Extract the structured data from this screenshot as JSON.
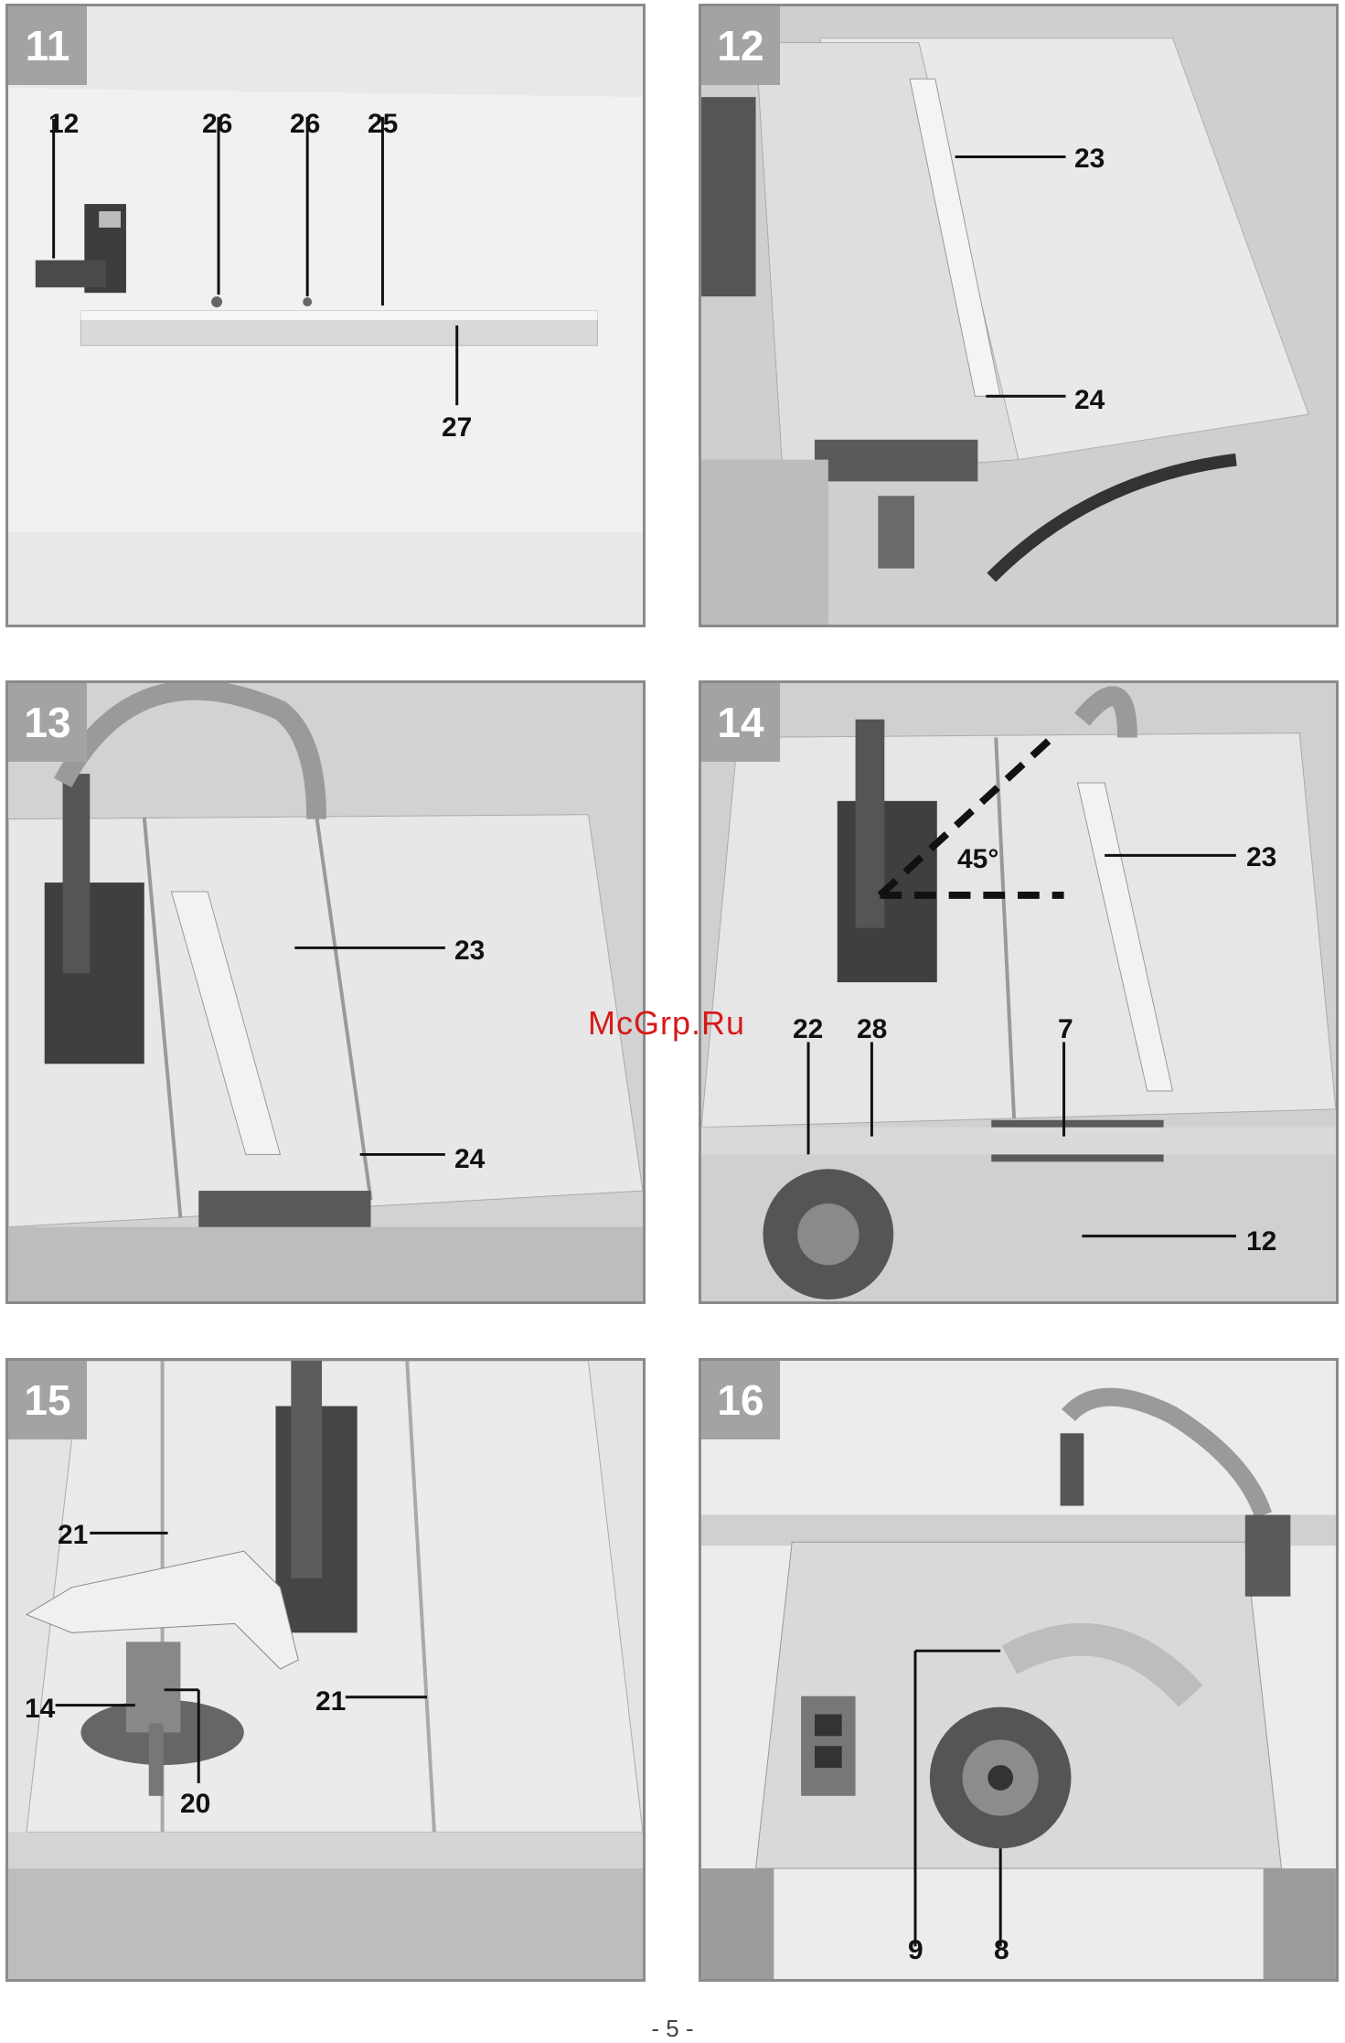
{
  "watermark": "McGrp.Ru",
  "page_number": "- 5 -",
  "figures": [
    {
      "number": "11",
      "callouts": [
        "12",
        "26",
        "26",
        "25",
        "27"
      ]
    },
    {
      "number": "12",
      "callouts": [
        "23",
        "24"
      ]
    },
    {
      "number": "13",
      "callouts": [
        "23",
        "24"
      ]
    },
    {
      "number": "14",
      "callouts": [
        "45°",
        "23",
        "22",
        "28",
        "7",
        "12"
      ]
    },
    {
      "number": "15",
      "callouts": [
        "21",
        "21",
        "14",
        "20"
      ]
    },
    {
      "number": "16",
      "callouts": [
        "9",
        "8"
      ]
    }
  ]
}
